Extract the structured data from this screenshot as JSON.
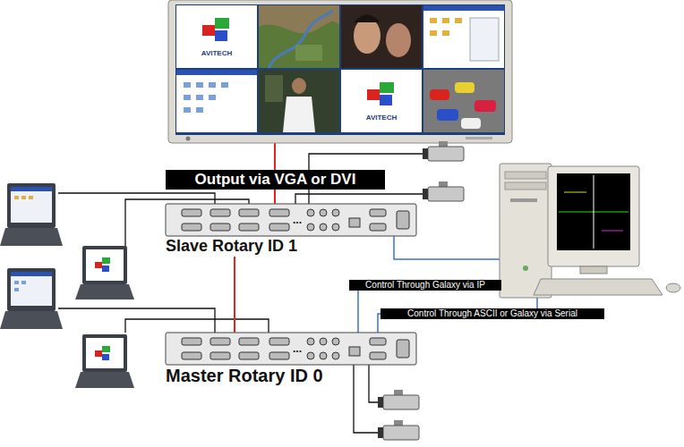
{
  "diagram": {
    "nodes": [
      {
        "text": [
          "Output via VGA or DVI"
        ]
      },
      {
        "text": [
          "Slave Rotary ID 1"
        ]
      },
      {
        "text": [
          "Master Rotary ID 0"
        ]
      },
      {
        "text": [
          "Control Through Galaxy via IP"
        ]
      },
      {
        "text": [
          "Control Through ASCII or Galaxy via Serial"
        ]
      }
    ],
    "edges": [
      {
        "from": 0,
        "to": 1,
        "arrow": "none"
      },
      {
        "from": 1,
        "to": 2,
        "arrow": "none"
      }
    ],
    "labels": [
      "AVITECH",
      "AVITECH",
      "...",
      "..."
    ]
  }
}
